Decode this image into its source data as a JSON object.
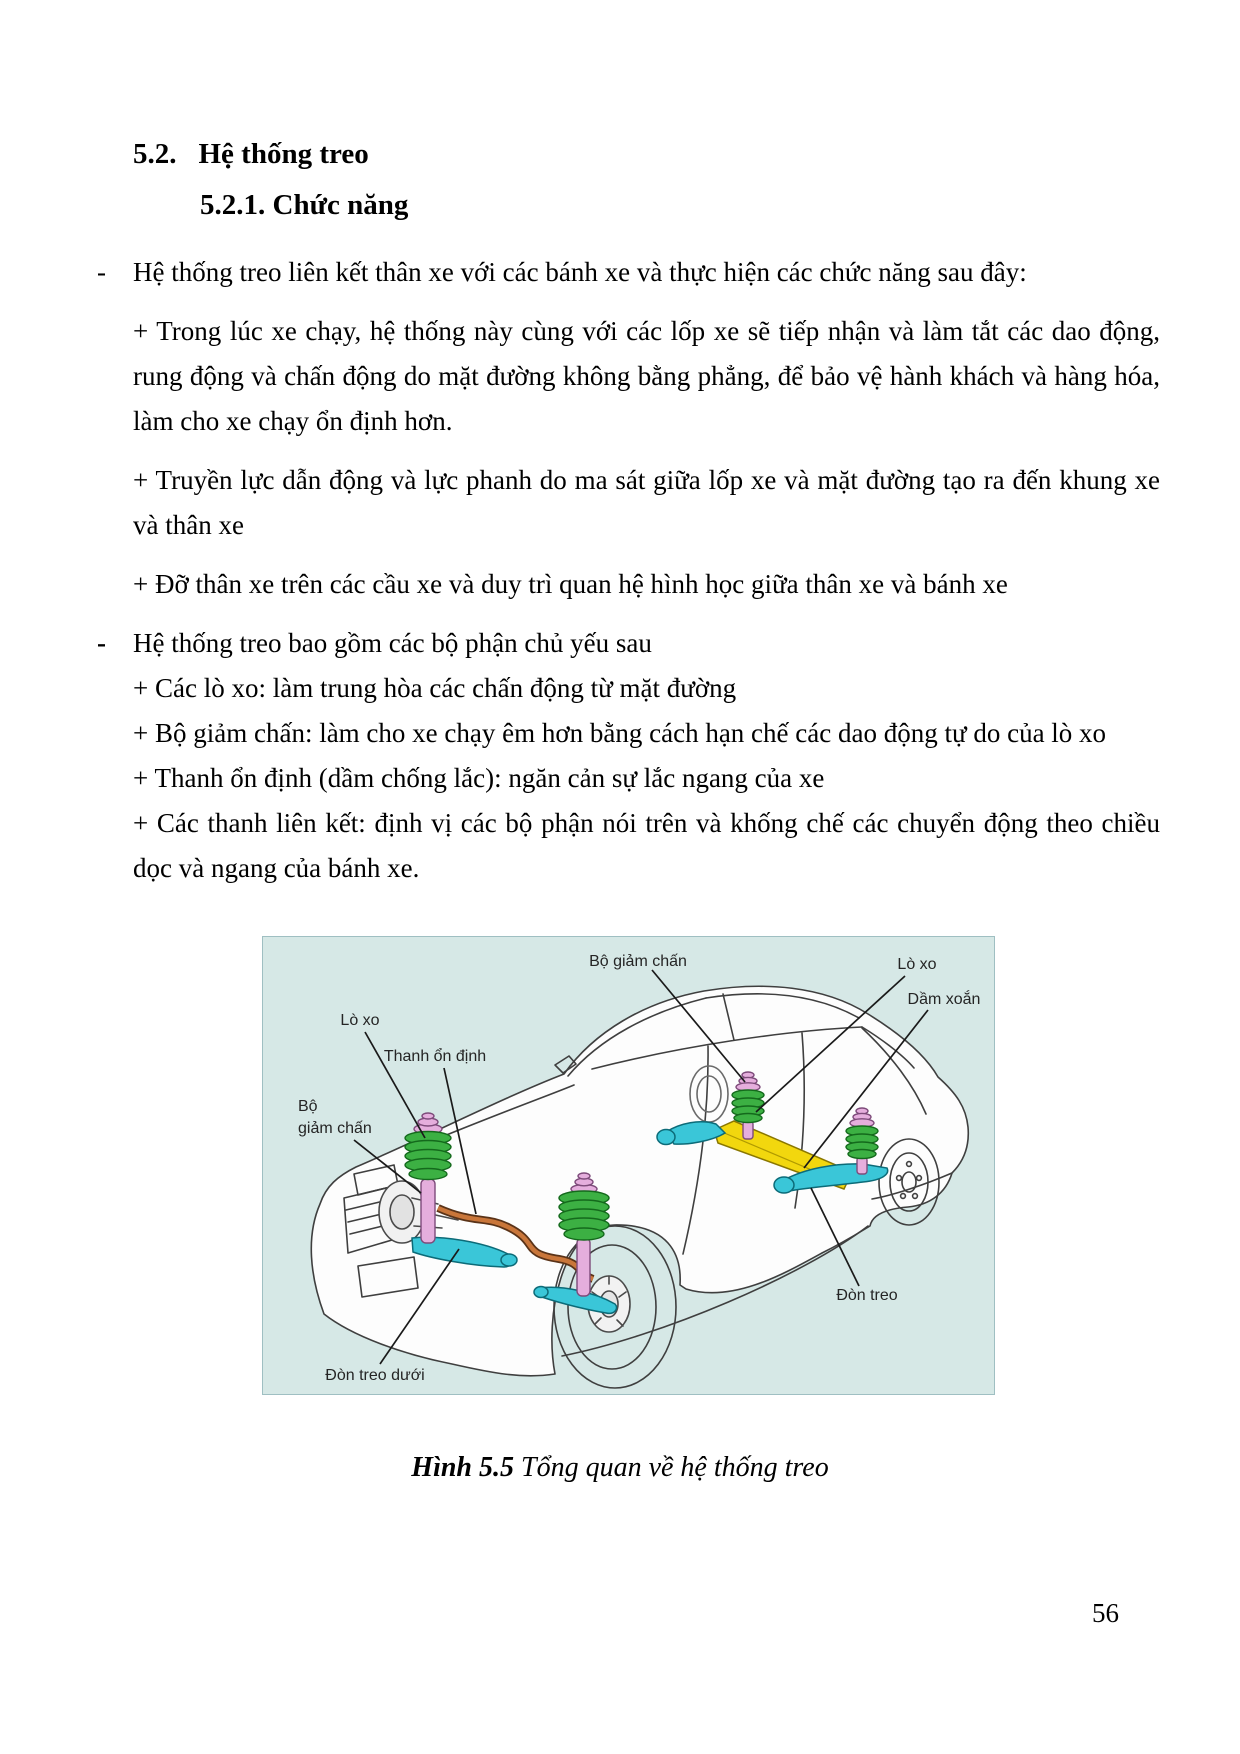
{
  "page": {
    "number": "56"
  },
  "content": {
    "h1_num": "5.2.",
    "h1_title": "Hệ thống treo",
    "h2": "5.2.1. Chức năng",
    "paragraphs": [
      {
        "marker": "-",
        "text": "Hệ thống treo liên kết thân xe với các bánh xe và thực hiện các chức năng sau đây:"
      },
      {
        "text": "+ Trong lúc xe chạy, hệ thống này cùng với các lốp xe sẽ tiếp nhận và làm tắt các dao động, rung động và chấn động do mặt đường không bằng phẳng, để bảo vệ hành khách và hàng hóa, làm cho xe chạy ổn định hơn."
      },
      {
        "text": "+ Truyền lực dẫn động và lực phanh do ma sát giữa lốp xe và mặt đường tạo ra đến khung xe và thân xe"
      },
      {
        "text": "+ Đỡ thân xe trên các cầu xe và duy trì quan hệ hình học giữa thân xe và bánh xe"
      },
      {
        "marker": "-",
        "text": "Hệ thống treo bao gồm các bộ phận chủ yếu sau"
      },
      {
        "text": "+ Các lò xo: làm trung hòa các chấn động từ mặt đường"
      },
      {
        "text": "+ Bộ giảm chấn: làm cho xe chạy êm hơn bằng cách hạn chế các dao động tự do của lò xo"
      },
      {
        "text": "+ Thanh ổn định (dầm chống lắc): ngăn cản sự lắc ngang của xe"
      },
      {
        "text": "+ Các thanh liên kết: định vị các bộ phận nói trên và khống chế các chuyển động theo chiều dọc và ngang của bánh xe."
      }
    ]
  },
  "figure": {
    "labels": {
      "rear_damper": "Bộ giảm chấn",
      "rear_spring": "Lò xo",
      "torsion_beam": "Dầm xoắn",
      "front_spring": "Lò xo",
      "stabilizer_bar": "Thanh ổn định",
      "front_damper_l1": "Bộ",
      "front_damper_l2": "giảm chấn",
      "lower_arm": "Đòn treo dưới",
      "trailing_arm": "Đòn treo"
    },
    "colors": {
      "background": "#d6e8e6",
      "border": "#9fbfc2",
      "spring": "#3cb043",
      "damper": "#e5aedd",
      "arm": "#3ac6d8",
      "torsion_beam": "#f2d70e",
      "stabilizer": "#c9763a",
      "body_fill": "#fdfdfd"
    }
  },
  "caption": {
    "label": "Hình 5.5",
    "text": " Tổng quan về hệ thống treo"
  }
}
